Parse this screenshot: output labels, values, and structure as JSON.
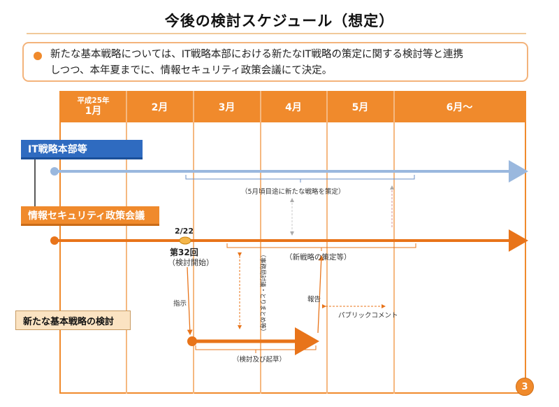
{
  "title": "今後の検討スケジュール（想定）",
  "summary": {
    "line1": "新たな基本戦略については、IT戦略本部における新たなIT戦略の策定に関する検討等と連携",
    "line2": "しつつ、本年夏までに、情報セキュリティ政策会議にて決定。"
  },
  "timeline": {
    "year_label": "平成25年",
    "months": [
      "1月",
      "2月",
      "3月",
      "4月",
      "5月",
      "6月～"
    ]
  },
  "rows": {
    "it_hq": "IT戦略本部等",
    "isec_council": "情報セキュリティ政策会議",
    "new_strategy": "新たな基本戦略の検討"
  },
  "annotations": {
    "it_target": "（5月頃目途に新たな戦略を策定）",
    "date_22": "2/22",
    "session": "第32回",
    "session_sub": "（検討開始）",
    "new_strategy_formulation": "（新戦略の策定等）",
    "instruction": "指示",
    "report": "報告",
    "public_comment": "パブリックコメント",
    "vertical_note": "（事務局討議・とりまとめ等）",
    "drafting": "（検討及び起草）"
  },
  "page_number": "3",
  "colors": {
    "accent": "#f08a2c",
    "it_blue": "#2f6bc0",
    "light_blue_arrow": "#9ab8de"
  }
}
